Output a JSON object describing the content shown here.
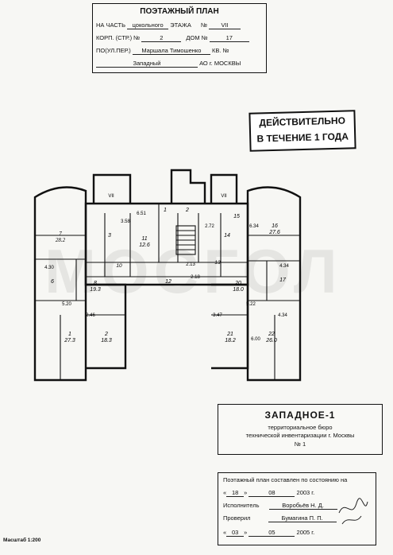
{
  "header": {
    "title": "ПОЭТАЖНЫЙ ПЛАН",
    "floor_prefix": "НА ЧАСТЬ",
    "floor_value": "цокольного",
    "floor_suffix": "ЭТАЖА",
    "premise_label": "№",
    "premise_value": "VII",
    "korp_label": "КОРП. (СТР.) №",
    "korp_value": "2",
    "dom_label": "ДОМ №",
    "dom_value": "17",
    "street_prefix": "ПО(УЛ.ПЕР.)",
    "street_value": "Маршала Тимошенко",
    "kv_label": "КВ. №",
    "district_value": "Западный",
    "district_suffix": "АО г. МОСКВЫ"
  },
  "stamp": {
    "line1": "ДЕЙСТВИТЕЛЬНО",
    "line2": "В ТЕЧЕНИЕ 1 ГОДА"
  },
  "watermark": "МОСГОЛ",
  "plan": {
    "rooms": [
      {
        "num": "7",
        "area": "28.2"
      },
      {
        "num": "3",
        "area": ""
      },
      {
        "num": "11",
        "area": "12.6"
      },
      {
        "num": "1",
        "area": ""
      },
      {
        "num": "2",
        "area": ""
      },
      {
        "num": "14",
        "area": ""
      },
      {
        "num": "15",
        "area": ""
      },
      {
        "num": "16",
        "area": "27.6"
      },
      {
        "num": "10",
        "area": ""
      },
      {
        "num": "13",
        "area": ""
      },
      {
        "num": "6",
        "area": ""
      },
      {
        "num": "8",
        "area": "19.3"
      },
      {
        "num": "12",
        "area": ""
      },
      {
        "num": "20",
        "area": "18.0"
      },
      {
        "num": "17",
        "area": ""
      },
      {
        "num": "1",
        "area": "27.3"
      },
      {
        "num": "2",
        "area": "18.3"
      },
      {
        "num": "21",
        "area": "18.2"
      },
      {
        "num": "22",
        "area": "26.0"
      }
    ],
    "roman_left": "VII",
    "roman_right": "VII",
    "dims": [
      "6.51",
      "2.72",
      "6.34",
      "4.30",
      "4.34",
      "5.20",
      "5.22",
      "2.46",
      "3.47",
      "4.34",
      "2.13",
      "2.18",
      "3.58",
      "6.00"
    ]
  },
  "bureau": {
    "name": "ЗАПАДНОЕ-1",
    "line1": "территориальное бюро",
    "line2": "технической инвентаризации г. Москвы",
    "number": "№ 1"
  },
  "footer": {
    "compiled": "Поэтажный план составлен по состоянию на",
    "day1": "18",
    "month1": "08",
    "year1": "2003 г.",
    "executor_label": "Исполнитель",
    "executor_name": "Воробьёв Н. Д.",
    "checked_label": "Проверил",
    "checker_name": "Бумагина П. П.",
    "day2": "03",
    "month2": "05",
    "year2": "2005 г."
  },
  "scale": "Масштаб 1:200"
}
